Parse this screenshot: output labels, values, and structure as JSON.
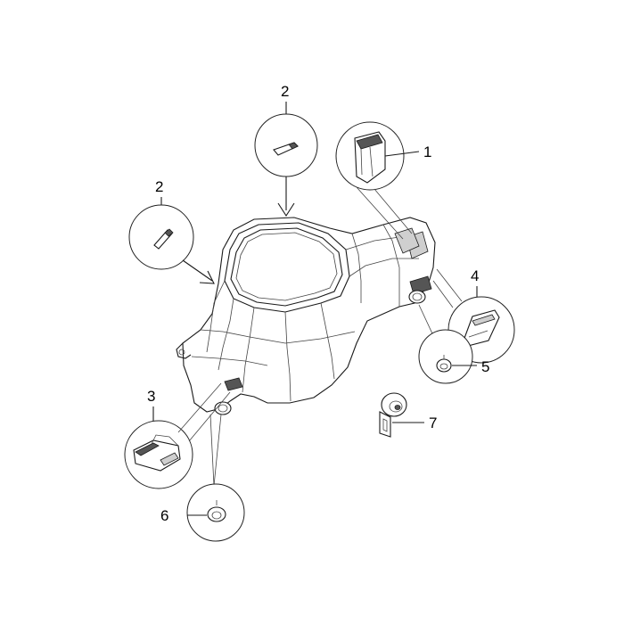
{
  "callouts": [
    {
      "id": "1",
      "label": "1"
    },
    {
      "id": "2a",
      "label": "2"
    },
    {
      "id": "2b",
      "label": "2"
    },
    {
      "id": "3",
      "label": "3"
    },
    {
      "id": "4",
      "label": "4"
    },
    {
      "id": "5",
      "label": "5"
    },
    {
      "id": "6",
      "label": "6"
    },
    {
      "id": "7",
      "label": "7"
    }
  ],
  "colors": {
    "line": "#1a1a1a",
    "background": "#ffffff"
  }
}
